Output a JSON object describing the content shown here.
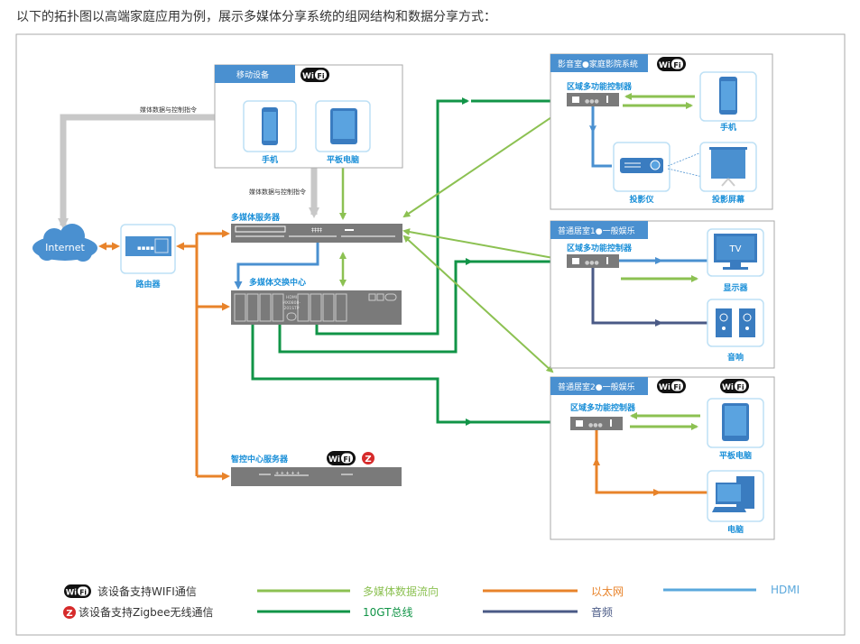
{
  "intro": "以下的拓扑图以高端家庭应用为例，展示多媒体分享系统的组网结构和数据分享方式：",
  "colors": {
    "accent": "#4a90d0",
    "green_light": "#8cc152",
    "green_dark": "#119447",
    "orange": "#e8832a",
    "hdmi": "#5aa8dc",
    "audio": "#4a5a86",
    "device_gray": "#7a7a7a"
  },
  "wifi_badge": {
    "left": "Wi",
    "right": "Fi"
  },
  "zigbee_badge": "Z",
  "mobile": {
    "title": "移动设备",
    "phone": "手机",
    "tablet": "平板电脑"
  },
  "flows": {
    "media_ctrl_1": "媒体数据与控制指令",
    "media_ctrl_2": "媒体数据与控制指令"
  },
  "internet": "Internet",
  "router": "路由器",
  "media_server": "多媒体服务器",
  "media_switch": {
    "title": "多媒体交换中心",
    "model_lines": [
      "HDMI",
      "MX0808-",
      "201STP"
    ]
  },
  "smart_server": "智控中心服务器",
  "rooms": [
    {
      "title": "影音室●家庭影院系统",
      "controller": "区域多功能控制器",
      "devices": [
        "手机",
        "投影仪",
        "投影屏幕"
      ]
    },
    {
      "title": "普通居室1●一般娱乐",
      "controller": "区域多功能控制器",
      "devices": [
        "显示器",
        "音响"
      ],
      "tv_text": "TV"
    },
    {
      "title": "普通居室2●一般娱乐",
      "controller": "区域多功能控制器",
      "devices": [
        "平板电脑",
        "电脑"
      ]
    }
  ],
  "legend": {
    "wifi": "该设备支持WIFI通信",
    "zigbee": "该设备支持Zigbee无线通信",
    "media_flow": "多媒体数据流向",
    "bus_10gt": "10GT总线",
    "ethernet": "以太网",
    "audio": "音频",
    "hdmi": "HDMI"
  }
}
